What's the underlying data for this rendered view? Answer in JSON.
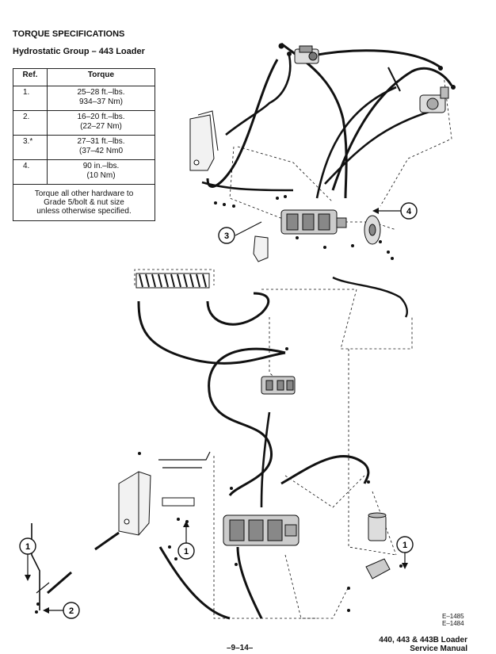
{
  "header": {
    "title": "TORQUE SPECIFICATIONS",
    "subtitle": "Hydrostatic Group – 443 Loader"
  },
  "torque_table": {
    "columns": [
      "Ref.",
      "Torque"
    ],
    "rows": [
      {
        "ref": "1.",
        "line1": "25–28 ft.–lbs.",
        "line2": "934–37 Nm)"
      },
      {
        "ref": "2.",
        "line1": "16–20 ft.–lbs.",
        "line2": "(22–27 Nm)"
      },
      {
        "ref": "3.*",
        "line1": "27–31 ft.–lbs.",
        "line2": "(37–42 Nm0"
      },
      {
        "ref": "4.",
        "line1": "90 in.–lbs.",
        "line2": "(10 Nm)"
      }
    ],
    "note": [
      "Torque all other hardware to",
      "Grade 5/bolt & nut size",
      "unless otherwise specified."
    ]
  },
  "callouts": {
    "c1a": "1",
    "c1b": "1",
    "c1c": "1",
    "c2": "2",
    "c3": "3",
    "c4": "4"
  },
  "figure_refs": [
    "E–1485",
    "E–1484"
  ],
  "footer": {
    "page_number": "–9–14–",
    "manual_line1": "440, 443 & 443B Loader",
    "manual_line2": "Service Manual"
  }
}
